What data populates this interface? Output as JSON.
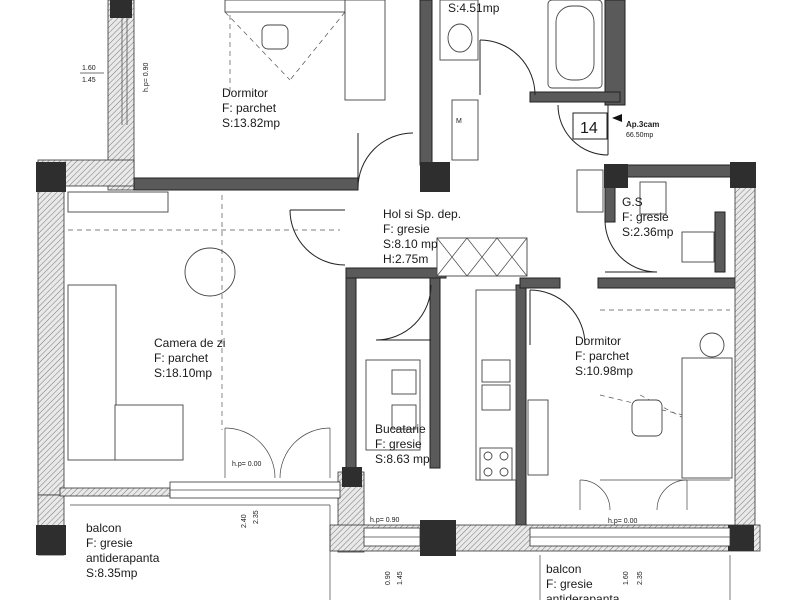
{
  "rooms": {
    "dormitor_top": {
      "name": "Dormitor",
      "floor": "F: parchet",
      "area": "S:13.82mp"
    },
    "baie": {
      "area": "S:4.51mp"
    },
    "hol": {
      "name": "Hol si Sp. dep.",
      "floor": "F: gresie",
      "area": "S:8.10 mp",
      "height": "H:2.75m"
    },
    "gs": {
      "name": "G.S",
      "floor": "F: gresie",
      "area": "S:2.36mp"
    },
    "camera_de_zi": {
      "name": "Camera de zi",
      "floor": "F: parchet",
      "area": "S:18.10mp"
    },
    "bucatarie": {
      "name": "Bucatarie",
      "floor": "F: gresie",
      "area": "S:8.63 mp"
    },
    "dormitor_right": {
      "name": "Dormitor",
      "floor": "F: parchet",
      "area": "S:10.98mp"
    },
    "balcon_left": {
      "name": "balcon",
      "floor": "F: gresie",
      "floor2": "antiderapanta",
      "area": "S:8.35mp"
    },
    "balcon_right": {
      "name": "balcon",
      "floor": "F: gresie",
      "floor2": "antiderapanta"
    }
  },
  "apartment": {
    "number": "14",
    "type": "Ap.3cam",
    "area": "66.50mp"
  },
  "window_marks": {
    "w1_top": "1.60",
    "w1_bottom": "1.45",
    "w1_hp": "h.p= 0.90",
    "door_living_hp": "h.p= 0.00",
    "w_living_a": "2.40",
    "w_living_b": "2.35",
    "w_kitchen_hp": "h.p= 0.90",
    "w_kitchen_a": "0.90",
    "w_kitchen_b": "1.45",
    "w_bed_a": "1.60",
    "w_bed_b": "2.35",
    "door_bed_hp": "h.p= 0.00"
  },
  "cabinet_mark": "M"
}
